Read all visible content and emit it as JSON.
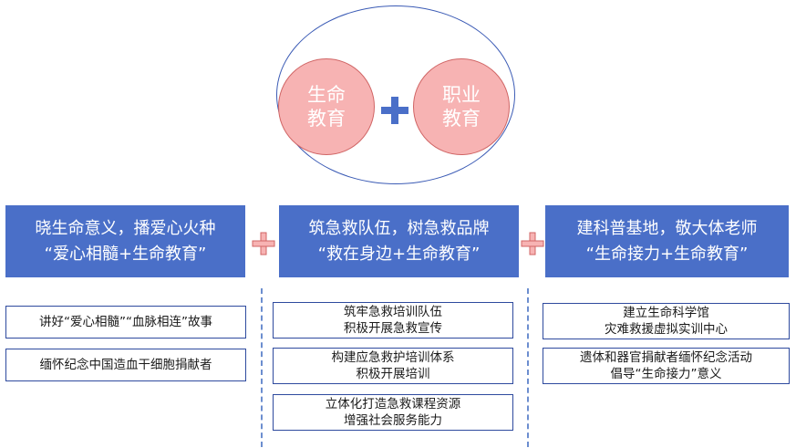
{
  "center": {
    "left_circle": "生命\n教育",
    "right_circle": "职业\n教育",
    "accent_color": "#4a6fc8",
    "circle_fill": "#f7b3b3"
  },
  "columns": [
    {
      "header_lines": [
        "晓生命意义，播爱心火种",
        "“爱心相髓+生命教育”"
      ],
      "items": [
        [
          "讲好“爱心相髓”“血脉相连”故事"
        ],
        [
          "缅怀纪念中国造血干细胞捐献者"
        ]
      ]
    },
    {
      "header_lines": [
        "筑急救队伍，树急救品牌",
        "“救在身边+生命教育”"
      ],
      "items": [
        [
          "筑牢急救培训队伍",
          "积极开展急救宣传"
        ],
        [
          "构建应急救护培训体系",
          "积极开展培训"
        ],
        [
          "立体化打造急救课程资源",
          "增强社会服务能力"
        ]
      ]
    },
    {
      "header_lines": [
        "建科普基地，敬大体老师",
        "“生命接力+生命教育”"
      ],
      "items": [
        [
          "建立生命科学馆",
          "灾难救援虚拟实训中心"
        ],
        [
          "遗体和器官捐献者缅怀纪念活动",
          "倡导“生命接力”意义"
        ]
      ]
    }
  ]
}
